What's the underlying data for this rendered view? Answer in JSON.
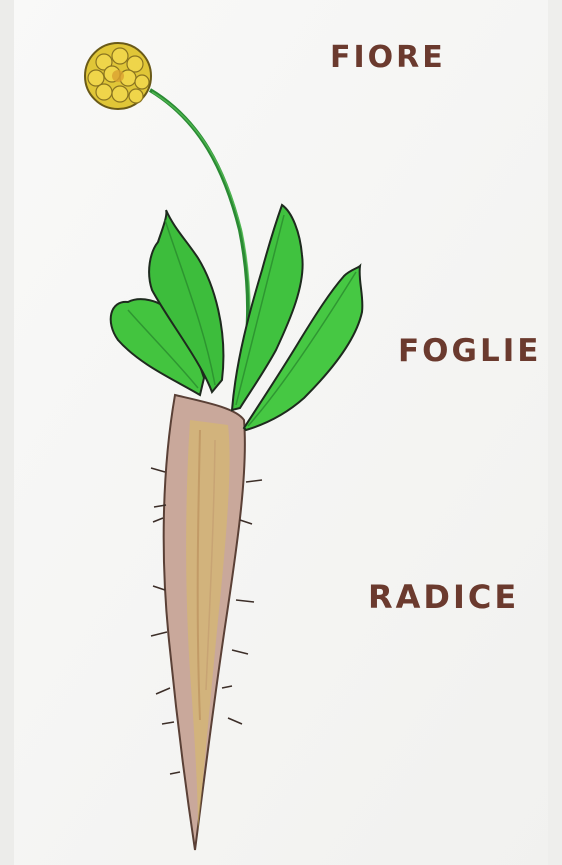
{
  "labels": {
    "flower": "FIORE",
    "leaves": "FOGLIE",
    "root": "RADICE"
  },
  "colors": {
    "paper": "#f8f8f6",
    "label_ink": "#6b3a2e",
    "flower_yellow": "#e0c637",
    "flower_outline": "#6a5a18",
    "stem_green": "#2f9a3a",
    "leaf_green": "#3cc23e",
    "leaf_outline": "#1e2a1e",
    "root_brown": "#c4a394",
    "root_yellow": "#d8b860",
    "root_outline": "#5a4036"
  }
}
